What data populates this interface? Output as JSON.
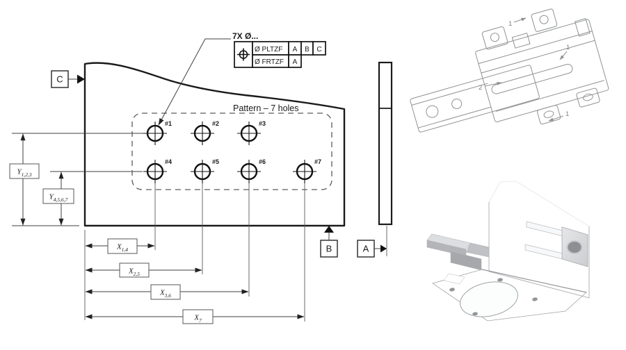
{
  "drawing": {
    "callout": "7X Ø...",
    "fcf": {
      "symbol_name": "position-symbol",
      "rows": [
        {
          "tol": "Ø PLTZF",
          "datums": [
            "A",
            "B",
            "C"
          ]
        },
        {
          "tol": "Ø FRTZF",
          "datums": [
            "A"
          ]
        }
      ]
    },
    "pattern_label": "Pattern – 7 holes",
    "holes": [
      "#1",
      "#2",
      "#3",
      "#4",
      "#5",
      "#6",
      "#7"
    ],
    "datum_labels": {
      "a": "A",
      "b": "B",
      "c": "C"
    },
    "dims": {
      "y": [
        {
          "base": "Y",
          "sub": "1,2,3"
        },
        {
          "base": "Y",
          "sub": "4,5,6,7"
        }
      ],
      "x": [
        {
          "base": "X",
          "sub": "1,4"
        },
        {
          "base": "X",
          "sub": "2,5"
        },
        {
          "base": "X",
          "sub": "3,6"
        },
        {
          "base": "X",
          "sub": "7"
        }
      ]
    }
  },
  "wireframe": {
    "callouts": [
      "1",
      "2",
      "1",
      "1"
    ]
  },
  "colors": {
    "ink": "#1a1a1a",
    "dim_line": "#3f3f3f",
    "dashed_boundary": "#5a5a5a",
    "wireframe_line": "#8f9194",
    "metal_light": "#dddee1",
    "metal_mid": "#c6c7ca",
    "metal_dark": "#a7a8ab"
  }
}
